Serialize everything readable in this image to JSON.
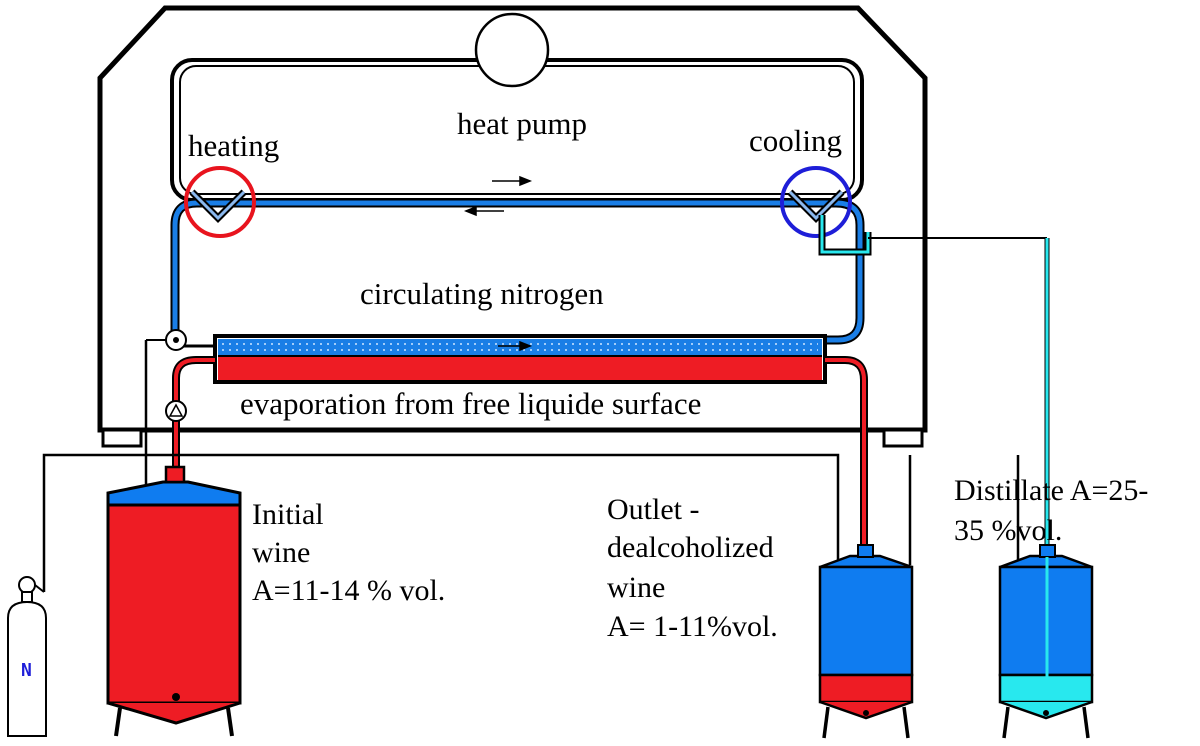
{
  "labels": {
    "heat_pump": "heat pump",
    "heating": "heating",
    "cooling": "cooling",
    "circulating_nitrogen": "circulating nitrogen",
    "evaporation": "evaporation from free liquide surface",
    "initial_wine": [
      "Initial",
      "wine",
      "A=11-14 % vol."
    ],
    "outlet_wine": [
      "Outlet -",
      "dealcoholized",
      "wine",
      "A= 1-11%vol."
    ],
    "distillate": [
      "Distillate A=25-",
      "35 %vol."
    ],
    "nitrogen_bottle": "N"
  },
  "colors": {
    "wine_red": "#ee1c24",
    "nitrogen_blue": "#1a7ee6",
    "tank_blue": "#0f7cf0",
    "distillate_cyan": "#28e8ee",
    "heating_ring": "#e8141e",
    "cooling_ring": "#1e1ed8",
    "outline": "#000000"
  }
}
